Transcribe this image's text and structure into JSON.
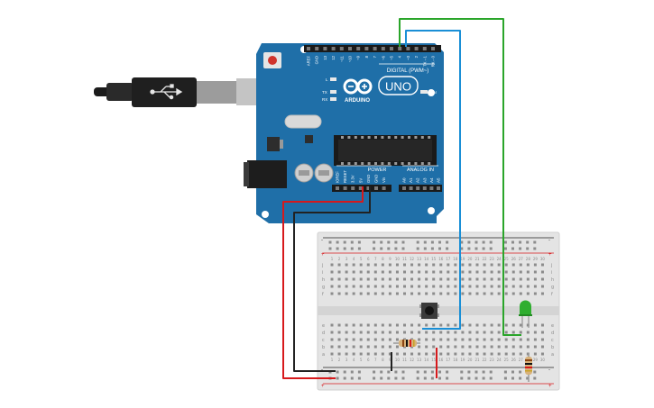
{
  "board": {
    "logo": "ARDUINO",
    "model": "UNO",
    "digital_label": "DIGITAL (PWM~)",
    "power_label": "POWER",
    "analog_label": "ANALOG IN",
    "on_label": "ON",
    "l_label": "L",
    "tx_label": "TX",
    "rx_label": "RX",
    "power_pins": [
      "IOREF",
      "RESET",
      "3.3V",
      "5V",
      "GND",
      "GND",
      "Vin"
    ],
    "analog_pins": [
      "A0",
      "A1",
      "A2",
      "A3",
      "A4",
      "A5"
    ],
    "digital_pins": [
      "AREF",
      "GND",
      "13",
      "12",
      "~11",
      "~10",
      "~9",
      "8",
      "7",
      "~6",
      "~5",
      "4",
      "~3",
      "2",
      "TX→1",
      "RX←0"
    ]
  },
  "breadboard": {
    "row_letters_top": [
      "j",
      "i",
      "h",
      "g",
      "f"
    ],
    "row_letters_bottom": [
      "e",
      "d",
      "c",
      "b",
      "a"
    ],
    "column_count": 30,
    "plus_sign": "+",
    "minus_sign": "-"
  },
  "colors": {
    "board_blue": "#1f6fa8",
    "wire_red": "#d7191c",
    "wire_black": "#222222",
    "wire_blue": "#1a8fd6",
    "wire_green": "#2aa52a",
    "led_green": "#2fae2f",
    "resistor_body": "#d8b27a"
  }
}
